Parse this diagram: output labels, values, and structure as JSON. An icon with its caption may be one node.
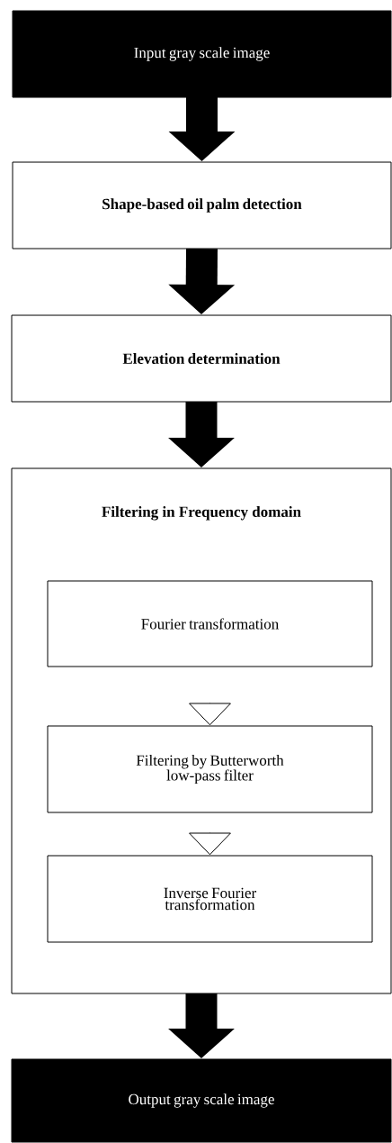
{
  "diagram": {
    "nodes": [
      {
        "text": [
          "Input gray scale image"
        ]
      },
      {
        "text": [
          "Shape-based oil palm detection"
        ]
      },
      {
        "text": [
          "Elevation determination"
        ]
      },
      {
        "text": [
          "Filtering in Frequency domain"
        ]
      },
      {
        "text": [
          "Fourier transformation"
        ],
        "in": 3
      },
      {
        "text": [
          "Filtering by Butterworth low-pass filter"
        ],
        "in": 3
      },
      {
        "text": [
          "Inverse Fourier transformation"
        ],
        "in": 3
      },
      {
        "text": [
          "Output gray scale image"
        ]
      }
    ],
    "edges": [
      {
        "from": 0,
        "to": 1,
        "arrow": "to"
      },
      {
        "from": 1,
        "to": 2,
        "arrow": "to"
      },
      {
        "from": 2,
        "to": 3,
        "arrow": "to"
      },
      {
        "from": 4,
        "to": 5,
        "arrow": "to"
      },
      {
        "from": 5,
        "to": 6,
        "arrow": "to"
      },
      {
        "from": 3,
        "to": 7,
        "arrow": "to"
      }
    ]
  }
}
